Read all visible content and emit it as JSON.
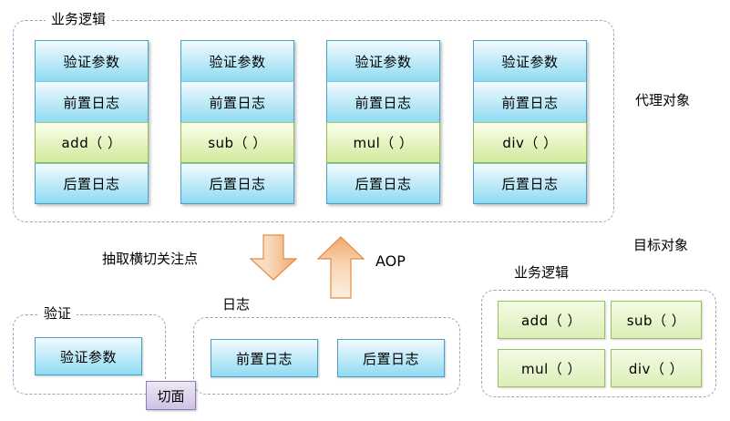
{
  "diagram": {
    "title": "AOP Proxy Object Diagram",
    "colors": {
      "blue_cell": "#8fdbf2",
      "green_cell": "#d3e99c",
      "dashed_border": "#8fa8c8",
      "arrow_orange": "#f0a868",
      "aspect_purple": "#ddd4ec"
    }
  },
  "proxy_section": {
    "group_label": "业务逻辑",
    "side_label": "代理对象",
    "columns": [
      {
        "rows": [
          {
            "text": "验证参数",
            "kind": "blue"
          },
          {
            "text": "前置日志",
            "kind": "blue"
          },
          {
            "text": "add（ ）",
            "kind": "green"
          },
          {
            "text": "后置日志",
            "kind": "blue"
          }
        ]
      },
      {
        "rows": [
          {
            "text": "验证参数",
            "kind": "blue"
          },
          {
            "text": "前置日志",
            "kind": "blue"
          },
          {
            "text": "sub（ ）",
            "kind": "green"
          },
          {
            "text": "后置日志",
            "kind": "blue"
          }
        ]
      },
      {
        "rows": [
          {
            "text": "验证参数",
            "kind": "blue"
          },
          {
            "text": "前置日志",
            "kind": "blue"
          },
          {
            "text": "mul（ ）",
            "kind": "green"
          },
          {
            "text": "后置日志",
            "kind": "blue"
          }
        ]
      },
      {
        "rows": [
          {
            "text": "验证参数",
            "kind": "blue"
          },
          {
            "text": "前置日志",
            "kind": "blue"
          },
          {
            "text": "div（ ）",
            "kind": "green"
          },
          {
            "text": "后置日志",
            "kind": "blue"
          }
        ]
      }
    ]
  },
  "middle": {
    "extract_label": "抽取横切关注点",
    "aop_label": "AOP",
    "down_arrow": "down-arrow",
    "up_arrow": "up-arrow"
  },
  "aspects": {
    "validation": {
      "group_label": "验证",
      "items": [
        "验证参数"
      ]
    },
    "logging": {
      "group_label": "日志",
      "items": [
        "前置日志",
        "后置日志"
      ]
    },
    "chip_label": "切面"
  },
  "target_section": {
    "side_label": "目标对象",
    "group_label": "业务逻辑",
    "methods": [
      "add（ ）",
      "sub（ ）",
      "mul（ ）",
      "div（ ）"
    ]
  }
}
